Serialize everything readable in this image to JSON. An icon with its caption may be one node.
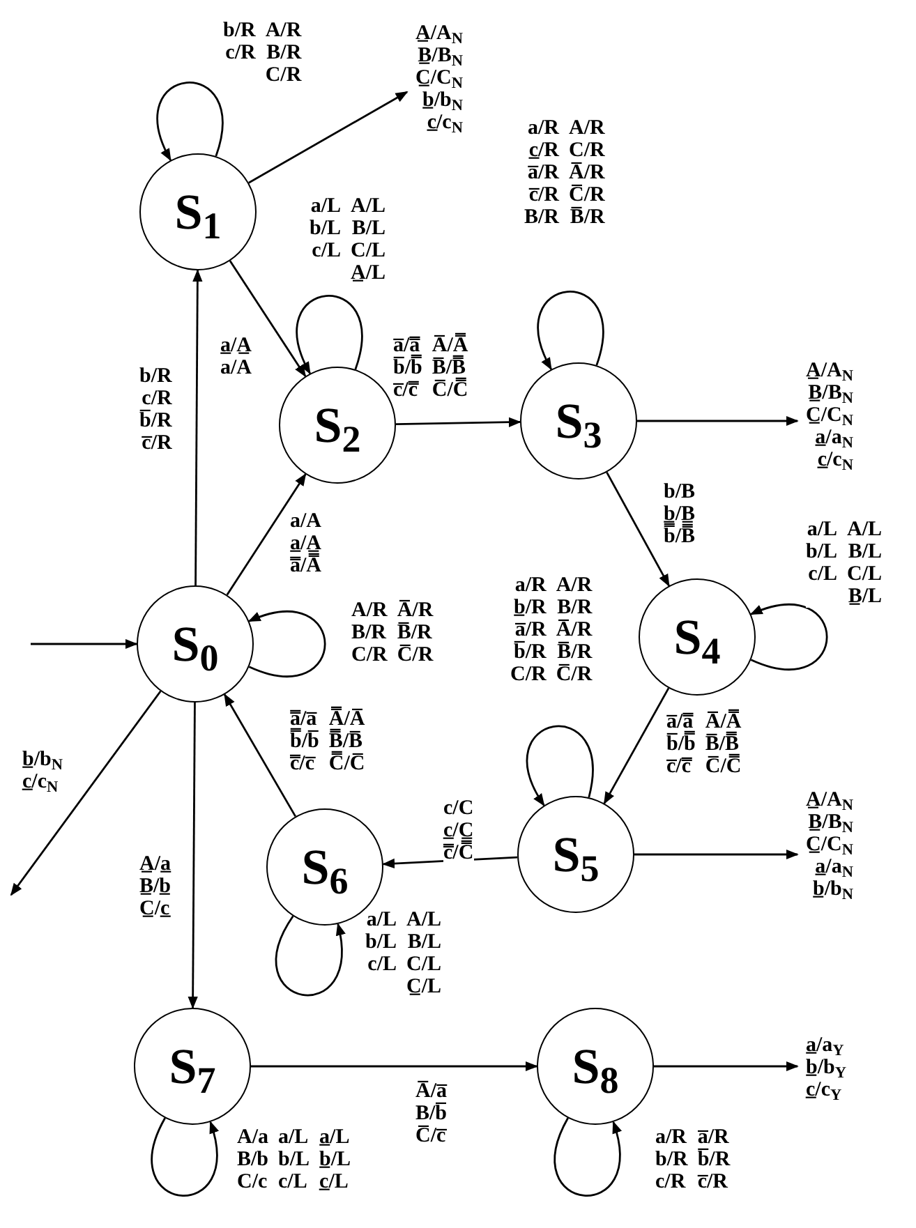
{
  "diagram": {
    "nodes": [
      {
        "text": [
          "S$_{0}$"
        ]
      },
      {
        "text": [
          "S$_{1}$"
        ]
      },
      {
        "text": [
          "S$_{2}$"
        ]
      },
      {
        "text": [
          "S$_{3}$"
        ]
      },
      {
        "text": [
          "S$_{4}$"
        ]
      },
      {
        "text": [
          "S$_{5}$"
        ]
      },
      {
        "text": [
          "S$_{6}$"
        ]
      },
      {
        "text": [
          "S$_{7}$"
        ]
      },
      {
        "text": [
          "S$_{8}$"
        ]
      }
    ],
    "edges": [
      {
        "from": null,
        "to": 0,
        "arrow": "to"
      },
      {
        "from": 0,
        "to": 1,
        "arrow": "to",
        "label": "b/R c/R b̅/R c̅/R"
      },
      {
        "from": 1,
        "to": 1,
        "arrow": "to",
        "label": "b/R A/R c/R B/R C/R"
      },
      {
        "from": 1,
        "to": null,
        "arrow": "to",
        "label": "A̲/A$_{N}$ B̲/B$_{N}$ C̲/C$_{N}$ b̲/b$_{N}$ c̲/c$_{N}$"
      },
      {
        "from": 1,
        "to": 2,
        "arrow": "to",
        "label": "a̲/A̲ a/A"
      },
      {
        "from": 2,
        "to": 2,
        "arrow": "to",
        "label": "a/L A/L b/L B/L c/L C/L A̲/L"
      },
      {
        "from": 0,
        "to": 2,
        "arrow": "to",
        "label": "a/A a̲/A̲ a̿/A̿"
      },
      {
        "from": 2,
        "to": 3,
        "arrow": "to",
        "label": "a̅/a̿ A̅/A̿ b̅/b̿ B̅/B̿ c̅/c̿ C̅/C̿"
      },
      {
        "from": 3,
        "to": 3,
        "arrow": "to",
        "label": "a/R A/R c̲/R C/R a̅/R A̅/R c̅/R C̅/R B/R B̅/R"
      },
      {
        "from": 3,
        "to": null,
        "arrow": "to",
        "label": "A̲/A$_{N}$ B̲/B$_{N}$ C̲/C$_{N}$ a̲/a$_{N}$ c̲/c$_{N}$"
      },
      {
        "from": 3,
        "to": 4,
        "arrow": "to",
        "label": "b/B b̲/B̲ b̿/B̿"
      },
      {
        "from": 4,
        "to": 4,
        "arrow": "to",
        "label": "a/L A/L b/L B/L c/L C/L B̲/L"
      },
      {
        "from": 4,
        "to": 5,
        "arrow": "to",
        "label": "a̅/a̿ A̅/A̿ b̅/b̿ B̅/B̿ c̅/c̿ C̅/C̿"
      },
      {
        "from": 5,
        "to": 5,
        "arrow": "to",
        "label": "a/R A/R b̲/R B/R a̅/R A̅/R b̅/R B̅/R C/R C̅/R"
      },
      {
        "from": 5,
        "to": null,
        "arrow": "to",
        "label": "A̲/A$_{N}$ B̲/B$_{N}$ C̲/C$_{N}$ a̲/a$_{N}$ b̲/b$_{N}$"
      },
      {
        "from": 5,
        "to": 6,
        "arrow": "to",
        "label": "c/C c̲/C̲ c̿/C̿"
      },
      {
        "from": 6,
        "to": 0,
        "arrow": "to",
        "label": "a̿/a̅ A̿/A̅ b̿/b̅ B̿/B̅ c̿/c̅ C̿/C̅"
      },
      {
        "from": 6,
        "to": 6,
        "arrow": "to",
        "label": "a/L A/L b/L B/L c/L C/L C̲/L"
      },
      {
        "from": 0,
        "to": 0,
        "arrow": "to",
        "label": "A/R A̅/R B/R B̅/R C/R C̅/R"
      },
      {
        "from": 0,
        "to": null,
        "arrow": "to",
        "label": "b̲/b$_{N}$ c̲/c$_{N}$"
      },
      {
        "from": 0,
        "to": 7,
        "arrow": "to",
        "label": "A̲/a̲ B̲/b̲ C̲/c̲"
      },
      {
        "from": 7,
        "to": 7,
        "arrow": "to",
        "label": "A/a a/L a̲/L B/b b/L b̲/L C/c c/L c̲/L"
      },
      {
        "from": 7,
        "to": 8,
        "arrow": "to",
        "label": "A̅/a̅ B/b̅ C̅/c̅"
      },
      {
        "from": 8,
        "to": 8,
        "arrow": "to",
        "label": "a/R a̅/R b/R b̅/R c/R c̅/R"
      },
      {
        "from": 8,
        "to": null,
        "arrow": "to",
        "label": "a̲/a$_{Y}$ b̲/b$_{Y}$ c̲/c$_{Y}$"
      }
    ]
  }
}
